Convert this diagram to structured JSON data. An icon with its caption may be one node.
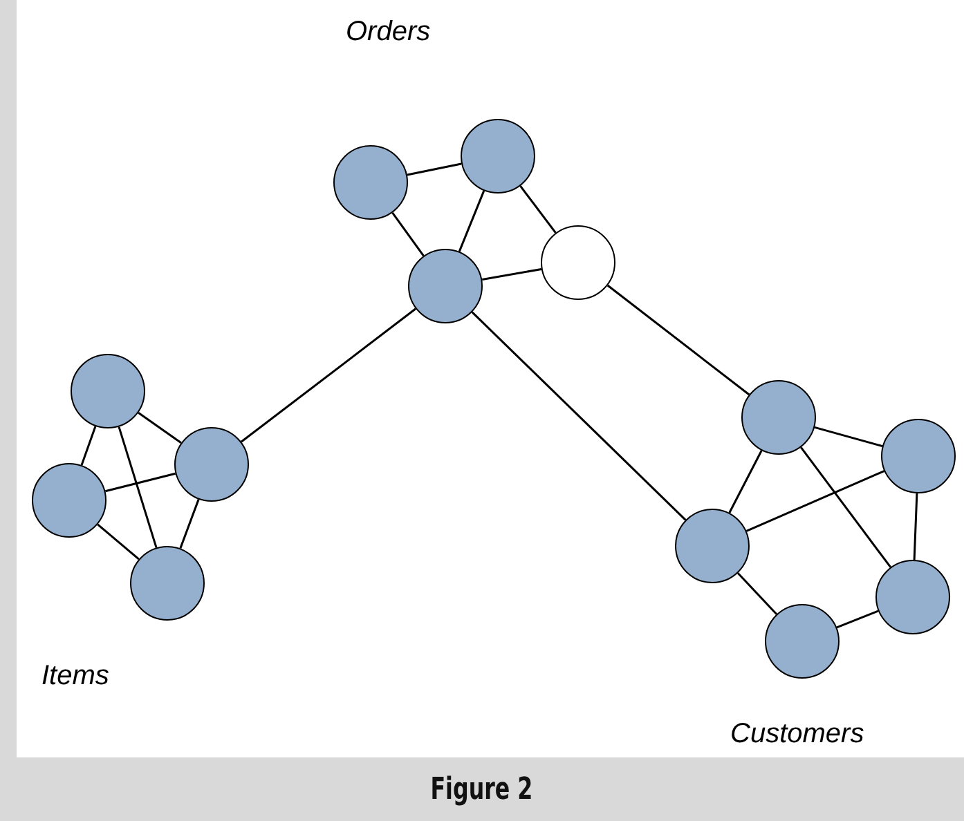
{
  "diagram": {
    "caption": "Figure 2",
    "nodes": [
      {
        "text": [],
        "shape": "circle"
      },
      {
        "text": [],
        "shape": "circle"
      },
      {
        "text": [],
        "shape": "circle"
      },
      {
        "text": [],
        "shape": "circle"
      },
      {
        "text": [],
        "shape": "circle"
      },
      {
        "text": [],
        "shape": "circle"
      },
      {
        "text": [],
        "shape": "circle"
      },
      {
        "text": [],
        "shape": "circle"
      },
      {
        "text": [],
        "shape": "circle"
      },
      {
        "text": [],
        "shape": "circle"
      },
      {
        "text": [],
        "shape": "circle"
      },
      {
        "text": [],
        "shape": "circle"
      },
      {
        "text": [],
        "shape": "circle"
      }
    ],
    "edges": [
      {
        "from": 0,
        "to": 1,
        "arrow": "none"
      },
      {
        "from": 0,
        "to": 2,
        "arrow": "none"
      },
      {
        "from": 0,
        "to": 3,
        "arrow": "none"
      },
      {
        "from": 1,
        "to": 2,
        "arrow": "none"
      },
      {
        "from": 1,
        "to": 3,
        "arrow": "none"
      },
      {
        "from": 2,
        "to": 3,
        "arrow": "none"
      },
      {
        "from": 2,
        "to": 6,
        "arrow": "none"
      },
      {
        "from": 4,
        "to": 5,
        "arrow": "none"
      },
      {
        "from": 4,
        "to": 6,
        "arrow": "none"
      },
      {
        "from": 5,
        "to": 6,
        "arrow": "none"
      },
      {
        "from": 5,
        "to": 7,
        "arrow": "none"
      },
      {
        "from": 6,
        "to": 7,
        "arrow": "none"
      },
      {
        "from": 6,
        "to": 10,
        "arrow": "none"
      },
      {
        "from": 7,
        "to": 8,
        "arrow": "none"
      },
      {
        "from": 8,
        "to": 9,
        "arrow": "none"
      },
      {
        "from": 8,
        "to": 10,
        "arrow": "none"
      },
      {
        "from": 8,
        "to": 11,
        "arrow": "none"
      },
      {
        "from": 10,
        "to": 9,
        "arrow": "none"
      },
      {
        "from": 10,
        "to": 12,
        "arrow": "none"
      },
      {
        "from": 12,
        "to": 11,
        "arrow": "none"
      },
      {
        "from": 11,
        "to": 9,
        "arrow": "none"
      }
    ],
    "labels": [
      "Orders",
      "Items",
      "Customers"
    ]
  }
}
